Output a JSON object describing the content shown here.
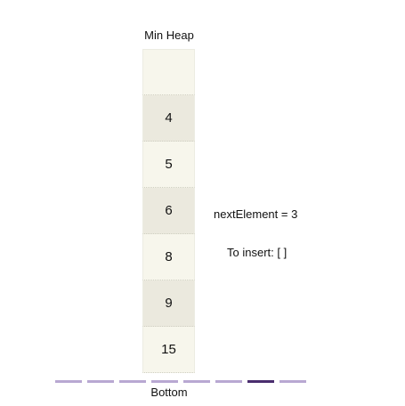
{
  "heap": {
    "title": "Min Heap",
    "cells": [
      "",
      "4",
      "5",
      "6",
      "8",
      "9",
      "15"
    ],
    "bottom_label": "Bottom"
  },
  "info": {
    "next_element": "nextElement = 3",
    "to_insert": "To insert: [ ]"
  },
  "progress": {
    "total_steps": 8,
    "active_step": 7
  },
  "colors": {
    "cell_light": "#f7f6ec",
    "cell_dark": "#ebe9de",
    "progress_inactive": "#b8a8d2",
    "progress_active": "#4a2d6e"
  }
}
